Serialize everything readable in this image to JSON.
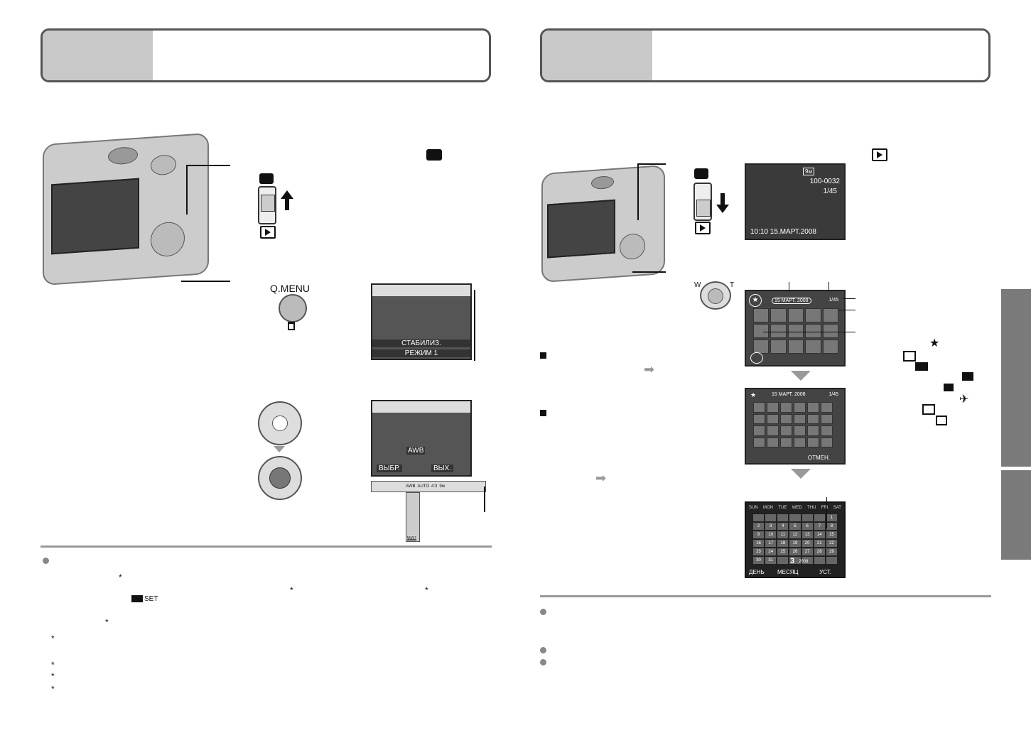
{
  "left_page": {
    "mode_switch": {
      "top_icon": "camera-icon",
      "bottom_icon": "play-icon"
    },
    "qmenu": {
      "label": "Q.MENU",
      "sub_icon": "trash-icon"
    },
    "lcd1": {
      "caption_line1": "СТАБИЛИЗ.",
      "caption_line2": "РЕЖИМ 1"
    },
    "lcd2": {
      "caption_left": "ВЫБР.",
      "caption_right": "ВЫХ.",
      "awb": "AWB"
    },
    "menu_bar_icons": [
      "AWB",
      "AUTO",
      "4:3",
      "9м"
    ],
    "wb_list_label": "AWB",
    "notes_set_label": "SET",
    "asterisks": [
      "*",
      "*",
      "*",
      "*",
      "*",
      "*",
      "*",
      "*"
    ]
  },
  "right_page": {
    "lcd_play": {
      "top_right": "100-0032",
      "counter": "1/45",
      "datetime": "10:10 15.МАРТ.2008",
      "badge": "9м"
    },
    "zoom": {
      "w": "W",
      "t": "T"
    },
    "thumb_screen1": {
      "date": "15 МАРТ. 2008",
      "count": "1/45"
    },
    "thumb_screen2": {
      "date": "15 МАРТ. 2008",
      "count": "1/45",
      "cancel": "ОТМЕН."
    },
    "calendar": {
      "days": [
        "SUN",
        "MON",
        "TUE",
        "WED",
        "THU",
        "FRI",
        "SAT"
      ],
      "month": "3",
      "year": "2008",
      "footer_day": "ДЕНЬ",
      "footer_month": "МЕСЯЦ",
      "footer_set": "УСТ.",
      "dates": [
        "",
        "",
        "",
        "",
        "",
        "",
        "1",
        "2",
        "3",
        "4",
        "5",
        "6",
        "7",
        "8",
        "9",
        "10",
        "11",
        "12",
        "13",
        "14",
        "15",
        "16",
        "17",
        "18",
        "19",
        "20",
        "21",
        "22",
        "23",
        "24",
        "25",
        "26",
        "27",
        "28",
        "29",
        "30",
        "31",
        "",
        "",
        "",
        "",
        ""
      ]
    },
    "category_icons": [
      "star-icon",
      "film-icon",
      "portrait-icon",
      "scenery-icon",
      "suitcase-icon",
      "airplane-icon",
      "print-icon",
      "check-icon"
    ]
  }
}
